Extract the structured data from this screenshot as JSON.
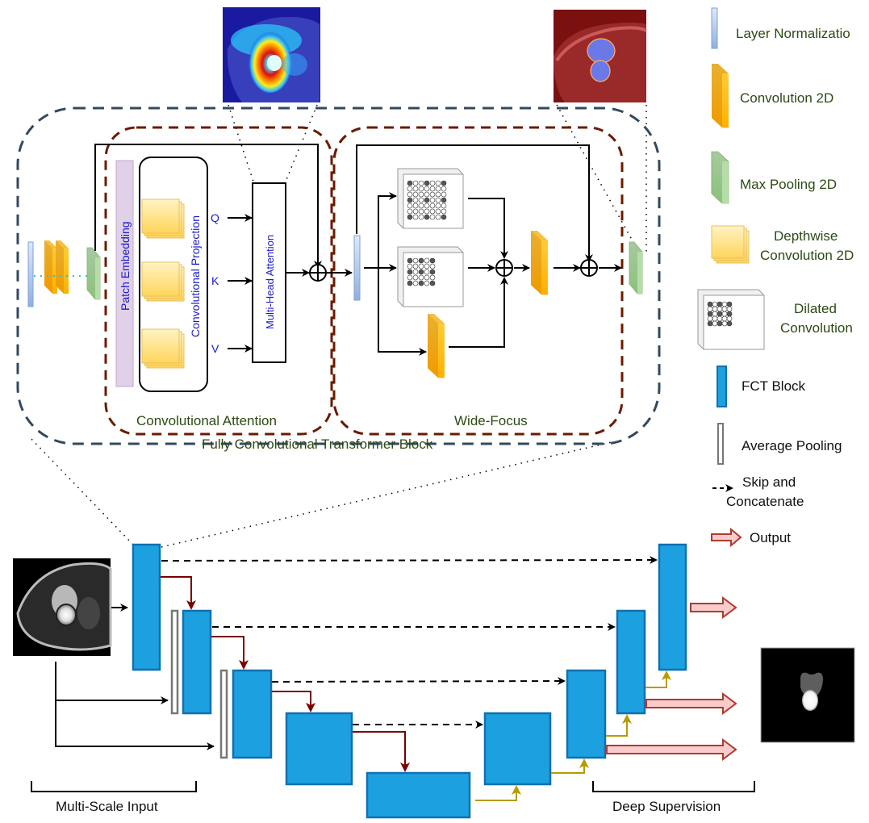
{
  "figure": {
    "fct_block_title": "Fully Convolutional Transformer Block",
    "conv_attention": {
      "title": "Convolutional Attention",
      "patch_embedding": "Patch Embedding",
      "conv_projection": "Convolutional Projection",
      "qkv": [
        "Q",
        "K",
        "V"
      ],
      "mha": "Multi-Head Attention"
    },
    "wide_focus": {
      "title": "Wide-Focus"
    },
    "unet": {
      "multi_scale_input": "Multi-Scale Input",
      "deep_supervision": "Deep Supervision"
    },
    "images": {
      "attention_map": "attention heatmap",
      "segmentation_overlay": "segmentation overlay",
      "input_mri": "input MRI slice",
      "output_mask": "output mask"
    }
  },
  "legend": {
    "items": [
      {
        "icon": "layer-normalization-icon",
        "label": "Layer Normalizatio"
      },
      {
        "icon": "convolution-2d-icon",
        "label": "Convolution 2D"
      },
      {
        "icon": "max-pooling-2d-icon",
        "label": "Max Pooling 2D"
      },
      {
        "icon": "depthwise-convolution-icon",
        "label_line1": "Depthwise",
        "label_line2": "Convolution 2D"
      },
      {
        "icon": "dilated-convolution-icon",
        "label_line1": "Dilated",
        "label_line2": "Convolution"
      },
      {
        "icon": "fct-block-icon",
        "label": "FCT Block"
      },
      {
        "icon": "average-pooling-icon",
        "label": "Average Pooling"
      },
      {
        "icon": "skip-concat-arrow-icon",
        "label_line1": "Skip and",
        "label_line2": "Concatenate"
      },
      {
        "icon": "output-arrow-icon",
        "label": "Output"
      }
    ]
  },
  "colors": {
    "fct_blue": "#1ca0e0",
    "fct_border": "#1170b0",
    "conv_orange": "#f0a000",
    "pool_green": "#9ccc88",
    "ln_blue": "#a8c6ec",
    "depthwise_yellow": "#ffd966",
    "dark_red_dash": "#6b1a00",
    "slate_dash": "#34495e",
    "decoder_arrow": "#b89a00",
    "encoder_arrow": "#7a0000",
    "output_arrow_fill": "#f8cccc",
    "output_arrow_stroke": "#b03a2e"
  }
}
